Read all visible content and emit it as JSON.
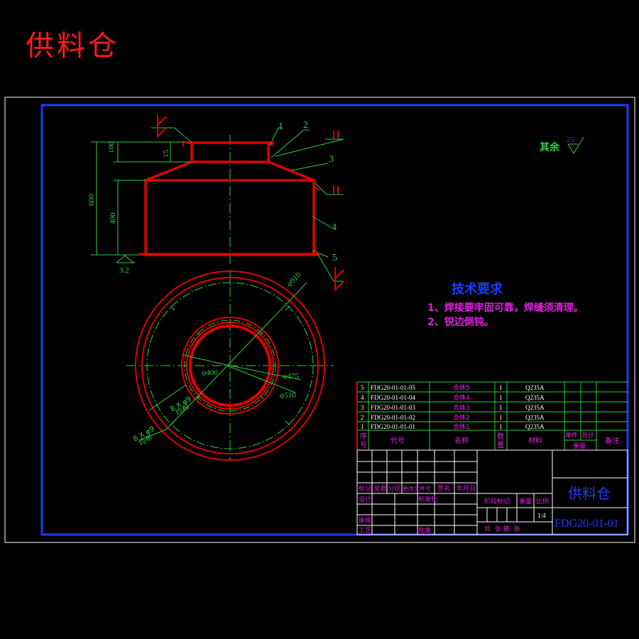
{
  "title": "供料仓",
  "dimensions": {
    "d100": "100",
    "d15": "15",
    "d600": "600",
    "d400h": "400",
    "roughness_base": "3.2",
    "dia910": "φ910",
    "dia400": "φ400",
    "dia475": "φ475",
    "dia510": "φ510",
    "holes_outer_a": "8 X φ9",
    "holes_outer_b": "均布",
    "holes_inner_a": "8 X φ9",
    "holes_inner_b": "均布"
  },
  "part_labels": [
    "1",
    "2",
    "3",
    "4",
    "5"
  ],
  "roughness_other": {
    "label": "其余",
    "value": "25"
  },
  "tech_req": {
    "heading": "技术要求",
    "line1": "1、焊接要牢固可靠，焊缝须清理。",
    "line2": "2、锐边倒钝。"
  },
  "bom": {
    "rows": [
      {
        "no": "5",
        "code": "FDG20-01-01-05",
        "name": "合体5",
        "qty": "1",
        "material": "Q235A"
      },
      {
        "no": "4",
        "code": "FDG20-01-01-04",
        "name": "合体4",
        "qty": "1",
        "material": "Q235A"
      },
      {
        "no": "3",
        "code": "FDG20-01-01-03",
        "name": "合体3",
        "qty": "1",
        "material": "Q235A"
      },
      {
        "no": "2",
        "code": "FDG20-01-01-02",
        "name": "合体2",
        "qty": "1",
        "material": "Q235A"
      },
      {
        "no": "1",
        "code": "FDG20-01-01-01",
        "name": "合体1",
        "qty": "1",
        "material": "Q235A"
      }
    ],
    "header": {
      "no_a": "序",
      "no_b": "号",
      "code": "代号",
      "name": "名称",
      "qty_a": "数",
      "qty_b": "量",
      "material": "材料",
      "single": "单件",
      "total": "总计",
      "weight": "重量",
      "remark": "备注"
    }
  },
  "title_block": {
    "mark": "标记",
    "count": "处数",
    "zone": "分区",
    "change_doc": "更改文件号",
    "sign": "签名",
    "date": "年月日",
    "design": "设计",
    "standard": "标准化",
    "check": "审核",
    "process": "工艺",
    "approve": "批准",
    "stage_mark": "阶段标记",
    "weight": "重量",
    "scale": "比例",
    "scale_value": "1:4",
    "sheets": "共  张 第  张",
    "drawing_name": "供料仓",
    "drawing_no": "FDG20-01-01"
  }
}
